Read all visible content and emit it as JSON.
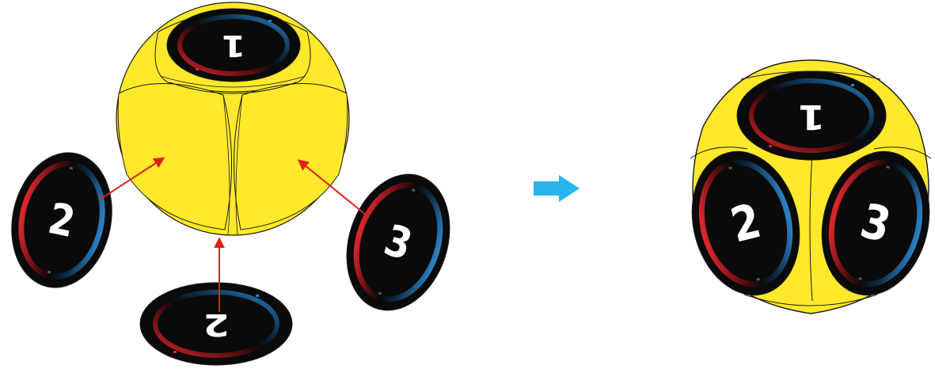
{
  "diagram": {
    "left_assembly": {
      "stickers": [
        {
          "id": "top",
          "numeral": "1"
        },
        {
          "id": "left",
          "numeral": "2"
        },
        {
          "id": "bottom",
          "numeral": "2"
        },
        {
          "id": "right",
          "numeral": "3"
        }
      ]
    },
    "right_assembly": {
      "stickers": [
        {
          "id": "top",
          "numeral": "1"
        },
        {
          "id": "left",
          "numeral": "2"
        },
        {
          "id": "right",
          "numeral": "3"
        }
      ]
    },
    "transition_arrow": "right-arrow-icon"
  },
  "colors": {
    "die_yellow": "#ffe92a",
    "die_outline": "#1a1a1a",
    "sticker_black": "#0a0a0a",
    "ring_red": "#d8262c",
    "ring_blue": "#2a7fc0",
    "arrow_red": "#e0201e",
    "transition_arrow": "#29b6ee",
    "numeral": "#ffffff"
  }
}
